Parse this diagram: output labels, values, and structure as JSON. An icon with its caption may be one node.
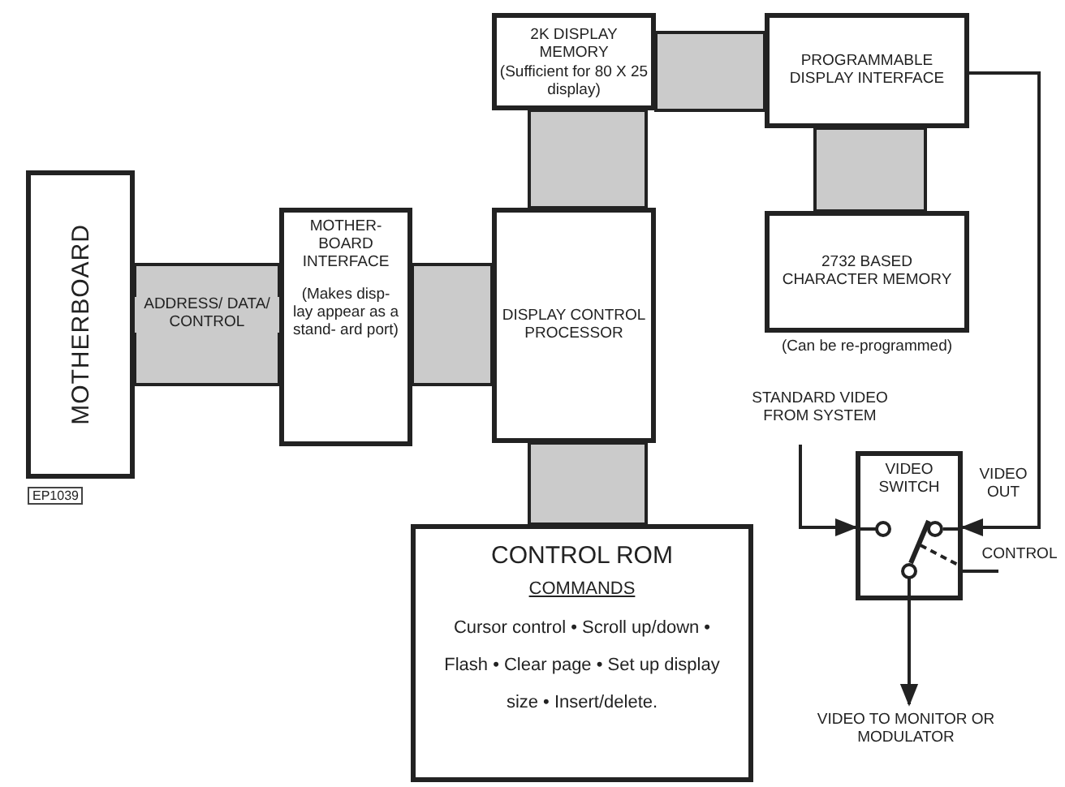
{
  "diagram": {
    "nodes": [
      {
        "text": [
          "MOTHERBOARD"
        ]
      },
      {
        "text": [
          "MOTHER- BOARD INTERFACE",
          "(Makes disp- lay appear as a stand- ard port)"
        ]
      },
      {
        "text": [
          "DISPLAY CONTROL PROCESSOR"
        ]
      },
      {
        "text": [
          "2K DISPLAY MEMORY",
          "(Sufficient for 80 X 25 display)"
        ]
      },
      {
        "text": [
          "PROGRAMMABLE DISPLAY INTERFACE"
        ]
      },
      {
        "text": [
          "2732 BASED CHARACTER MEMORY"
        ],
        "beside": [
          "(Can be re-programmed)"
        ]
      },
      {
        "text": [
          "CONTROL ROM",
          "COMMANDS",
          "Cursor control • Scroll up/down • Flash • Clear page • Set up display size • Insert/delete."
        ]
      },
      {
        "text": [
          "VIDEO SWITCH"
        ]
      },
      {
        "text": [
          "STANDARD VIDEO FROM SYSTEM"
        ]
      },
      {
        "text": [
          "VIDEO TO MONITOR OR MODULATOR"
        ]
      },
      {
        "text": [
          "CONTROL"
        ]
      }
    ],
    "edges": [
      {
        "from": 0,
        "to": 1,
        "arrow": "none",
        "label": "ADDRESS/ DATA/ CONTROL",
        "style": "thick",
        "color": "#cbcbcb"
      },
      {
        "from": 1,
        "to": 2,
        "arrow": "none",
        "style": "thick",
        "color": "#cbcbcb"
      },
      {
        "from": 3,
        "to": 2,
        "arrow": "none",
        "style": "thick",
        "color": "#cbcbcb"
      },
      {
        "from": 3,
        "to": 4,
        "arrow": "none",
        "style": "thick",
        "color": "#cbcbcb"
      },
      {
        "from": 4,
        "to": 5,
        "arrow": "none",
        "style": "thick",
        "color": "#cbcbcb"
      },
      {
        "from": 2,
        "to": 6,
        "arrow": "none",
        "style": "thick",
        "color": "#cbcbcb"
      },
      {
        "from": 8,
        "to": 7,
        "arrow": "to"
      },
      {
        "from": 4,
        "to": 7,
        "arrow": "to"
      },
      {
        "from": 7,
        "to": 9,
        "arrow": "to"
      },
      {
        "from": 10,
        "to": 7,
        "arrow": "none"
      }
    ],
    "labels": [
      "VIDEO OUT",
      "EP1039"
    ]
  }
}
